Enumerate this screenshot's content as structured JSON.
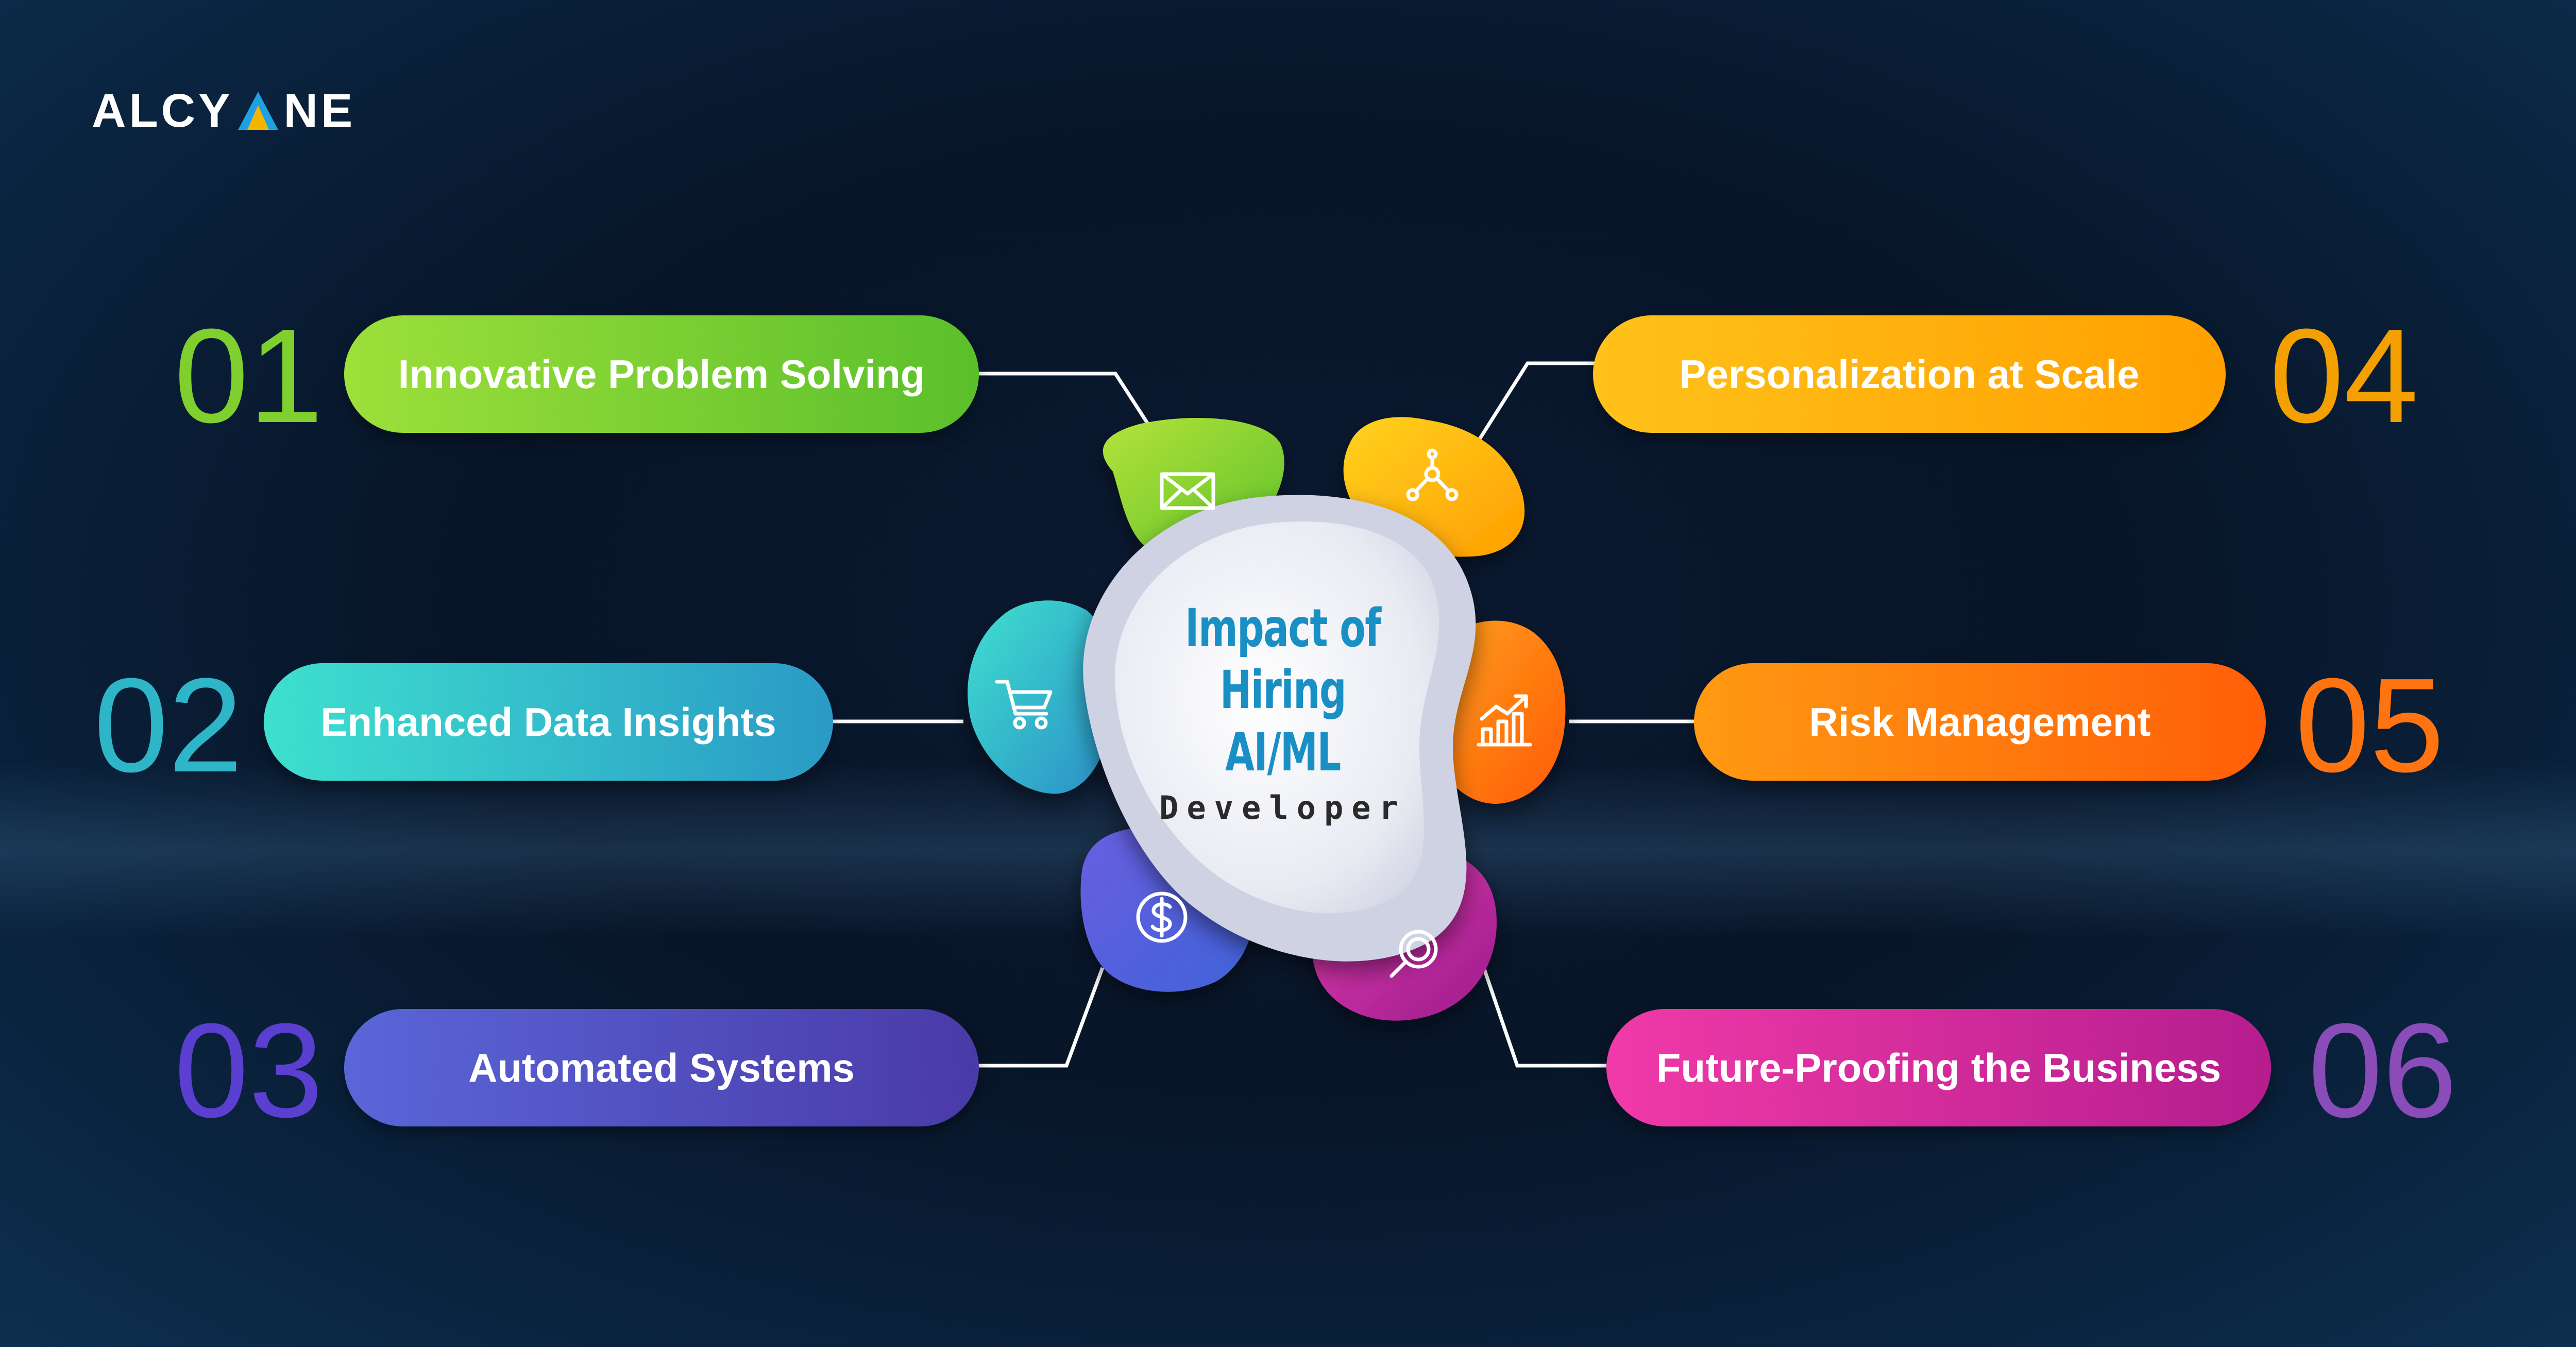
{
  "brand": {
    "logo_text": "ALCYONE"
  },
  "center": {
    "title": "Impact of Hiring AI/ML",
    "subtitle": "Developer"
  },
  "items": [
    {
      "number": "01",
      "label": "Innovative Problem Solving",
      "icon": "envelope-icon",
      "color": "#8cd132"
    },
    {
      "number": "02",
      "label": "Enhanced Data Insights",
      "icon": "shopping-cart-icon",
      "color": "#34c3c9"
    },
    {
      "number": "03",
      "label": "Automated Systems",
      "icon": "dollar-coin-icon",
      "color": "#5a5fd1"
    },
    {
      "number": "04",
      "label": "Personalization at Scale",
      "icon": "network-nodes-icon",
      "color": "#ffb300"
    },
    {
      "number": "05",
      "label": "Risk Management",
      "icon": "growth-chart-icon",
      "color": "#ff7a0f"
    },
    {
      "number": "06",
      "label": "Future-Proofing the Business",
      "icon": "search-magnifier-icon",
      "color": "#c8249e"
    }
  ]
}
